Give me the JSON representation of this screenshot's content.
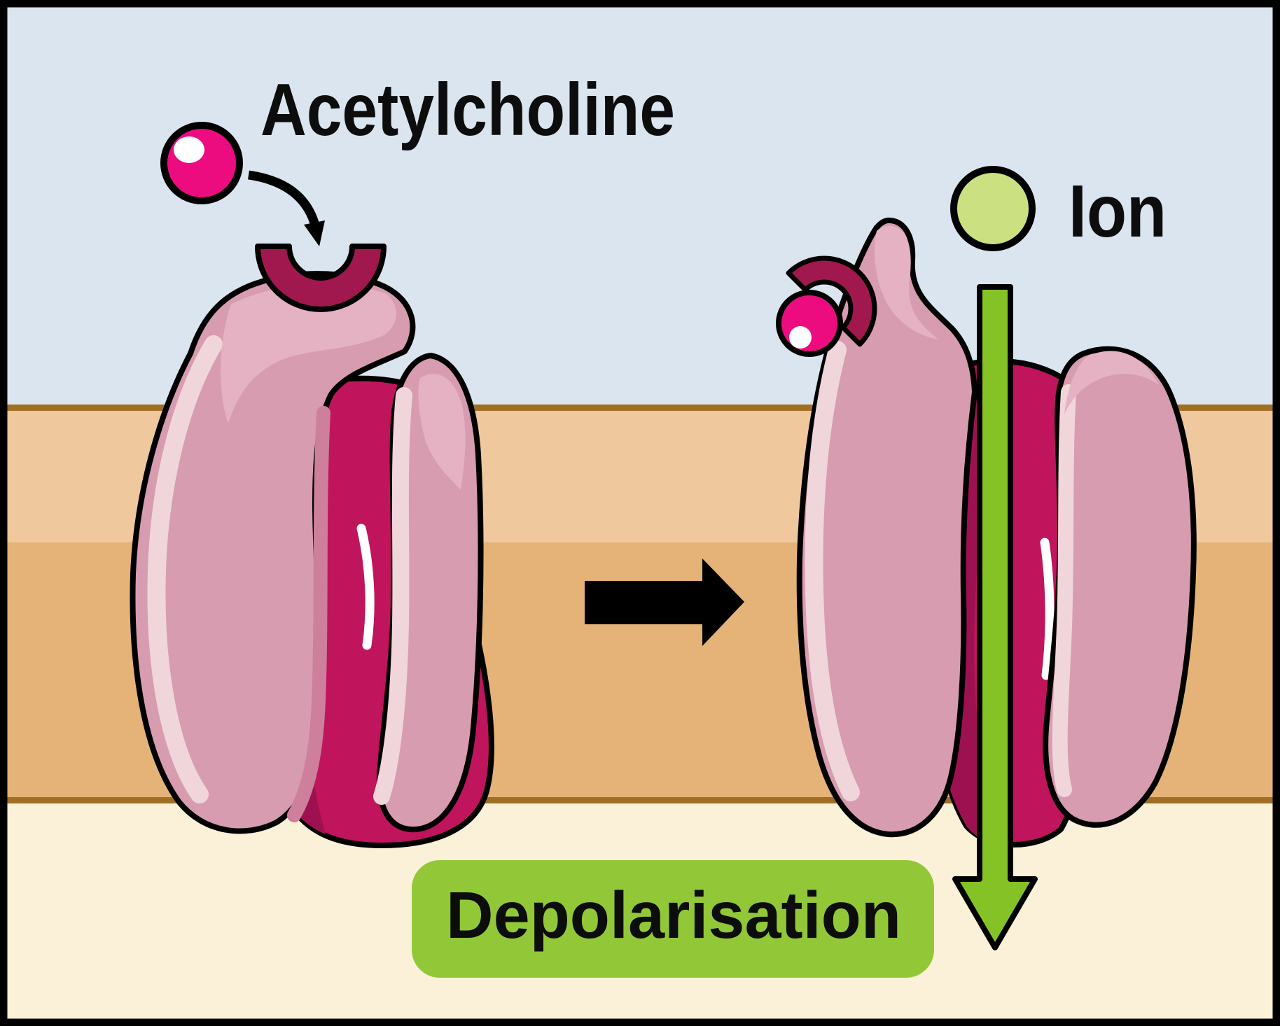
{
  "labels": {
    "acetylcholine": "Acetylcholine",
    "ion": "Ion",
    "depolarisation": "Depolarisation"
  },
  "icons": {
    "acetylcholine_molecule": "pink-sphere",
    "binding_site": "maroon-half-ring-pocket",
    "binding_arrow": "curved-down-arrow",
    "transition_arrow": "solid-right-arrow",
    "ion_particle": "green-sphere",
    "ion_flow_arrow": "long-down-arrow"
  },
  "colors": {
    "extracellular_bg": "#dae5ef",
    "membrane_upper": "#efc89d",
    "membrane_lower": "#e5b377",
    "membrane_line": "#a06f24",
    "intracellular_bg": "#fbf0d8",
    "receptor_pink": "#d89cb0",
    "receptor_pink_pale": "#f0d5da",
    "receptor_pink_light": "#e4b2c3",
    "receptor_rose_dark": "#cd7f9b",
    "pore_crimson": "#c0145c",
    "pore_dark": "#9e1150",
    "binding_site_maroon": "#a0184e",
    "acetylcholine_pink": "#ec0c80",
    "ion_green": "#cbe181",
    "flow_arrow_green": "#84c226",
    "label_green": "#92c837",
    "arrow_black": "#000000",
    "text_black": "#0d0d0d",
    "white_highlight": "#ffffff"
  }
}
